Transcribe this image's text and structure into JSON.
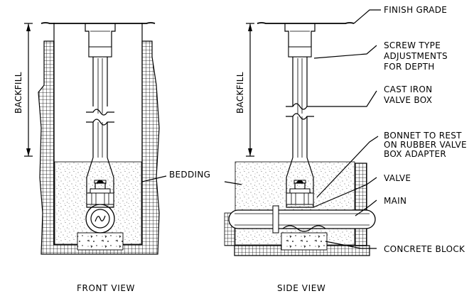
{
  "labels": {
    "finish_grade": "FINISH GRADE",
    "screw_type_1": "SCREW TYPE",
    "screw_type_2": "ADJUSTMENTS",
    "screw_type_3": "FOR DEPTH",
    "cast_iron_1": "CAST IRON",
    "cast_iron_2": "VALVE BOX",
    "bonnet_1": "BONNET TO REST",
    "bonnet_2": "ON RUBBER VALVE",
    "bonnet_3": "BOX ADAPTER",
    "valve": "VALVE",
    "main": "MAIN",
    "concrete_block": "CONCRETE BLOCK",
    "bedding": "BEDDING",
    "backfill_front": "BACKFILL",
    "backfill_side": "BACKFILL",
    "front_view": "FRONT VIEW",
    "side_view": "SIDE VIEW"
  }
}
